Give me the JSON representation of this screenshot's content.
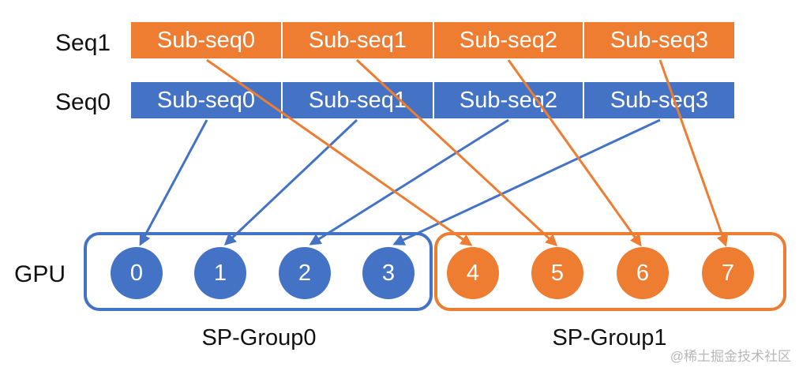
{
  "labels": {
    "seq1": "Seq1",
    "seq0": "Seq0",
    "gpu": "GPU"
  },
  "seq1_segments": [
    "Sub-seq0",
    "Sub-seq1",
    "Sub-seq2",
    "Sub-seq3"
  ],
  "seq0_segments": [
    "Sub-seq0",
    "Sub-seq1",
    "Sub-seq2",
    "Sub-seq3"
  ],
  "gpus": [
    "0",
    "1",
    "2",
    "3",
    "4",
    "5",
    "6",
    "7"
  ],
  "groups": {
    "group0": "SP-Group0",
    "group1": "SP-Group1"
  },
  "watermark": "@稀土掘金技术社区",
  "colors": {
    "orange": "#ee7d31",
    "blue": "#4472c4"
  }
}
